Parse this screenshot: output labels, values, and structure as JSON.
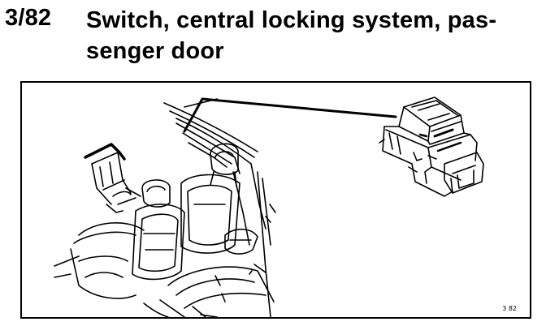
{
  "heading": {
    "ref_number": "3/82",
    "title_line_1": "Switch, central locking system, pas-",
    "title_line_2": "senger door"
  },
  "figure": {
    "code": "3 82"
  }
}
